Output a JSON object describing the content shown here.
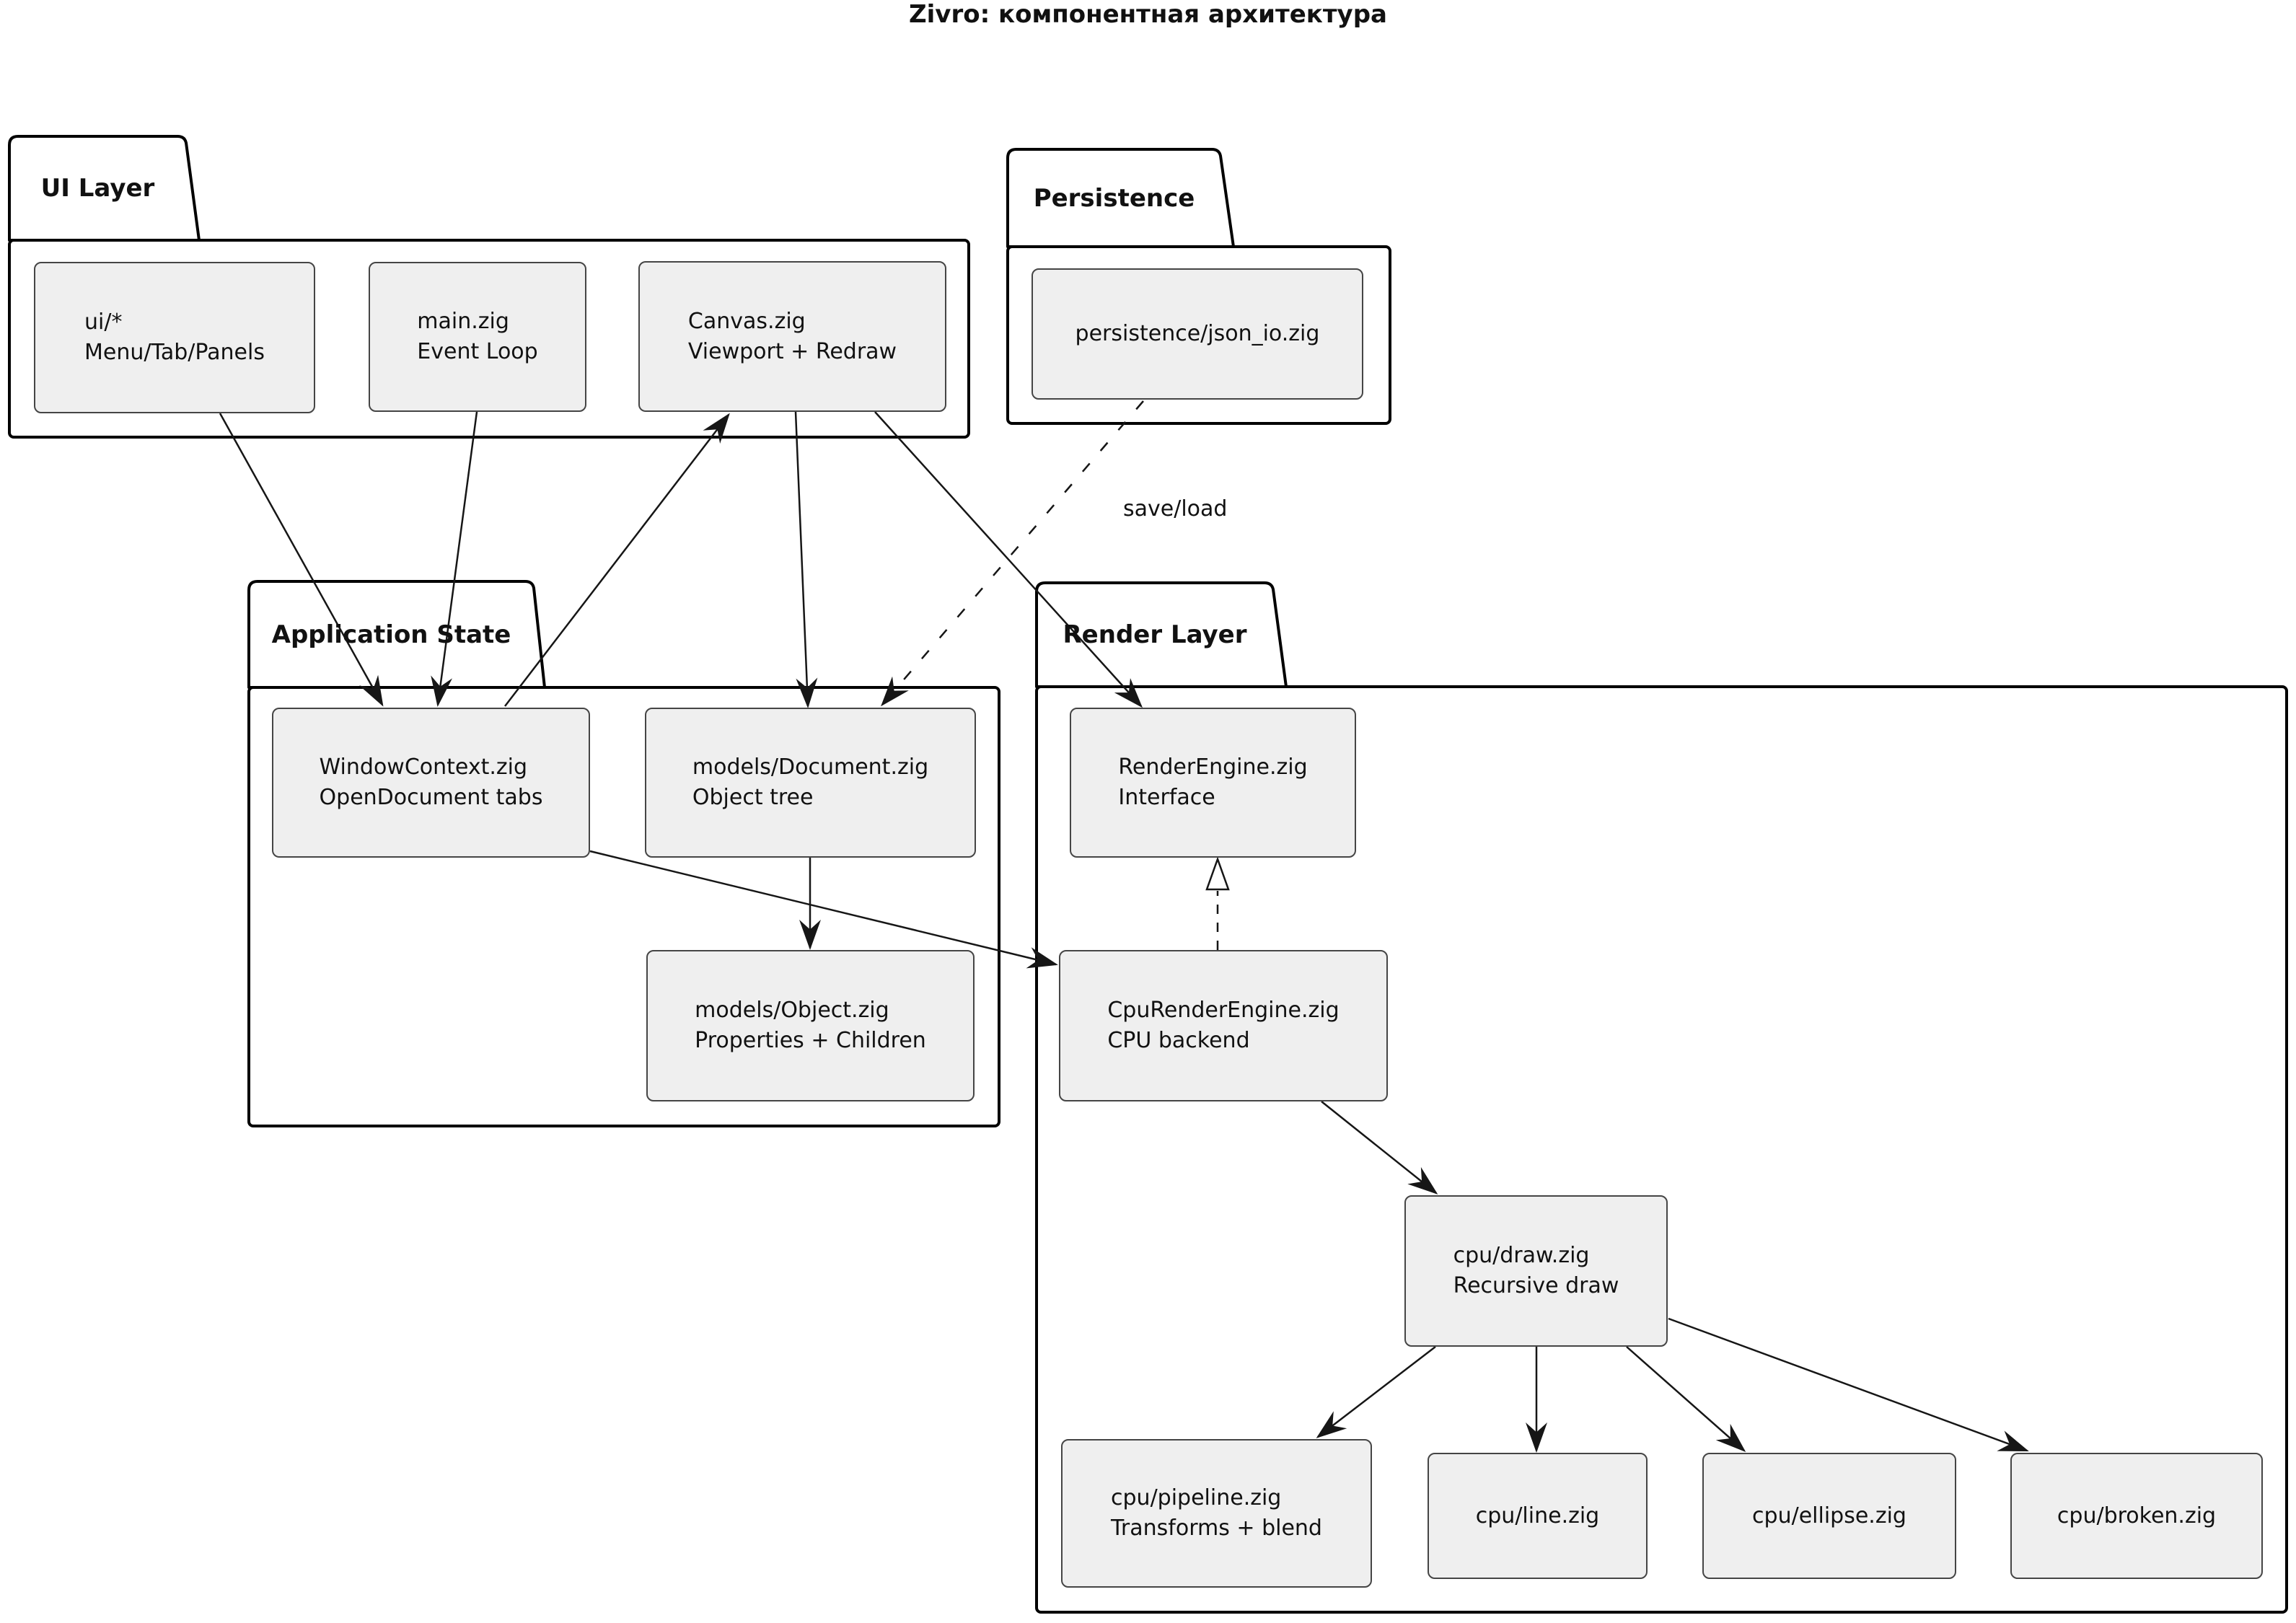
{
  "title": "Zivro: компонентная архитектура",
  "packages": {
    "ui_layer": {
      "label": "UI Layer"
    },
    "persistence": {
      "label": "Persistence"
    },
    "application_state": {
      "label": "Application State"
    },
    "render_layer": {
      "label": "Render Layer"
    }
  },
  "nodes": {
    "ui": {
      "label": "ui/*\nMenu/Tab/Panels",
      "package": "ui_layer"
    },
    "main": {
      "label": "main.zig\nEvent Loop",
      "package": "ui_layer"
    },
    "canvas": {
      "label": "Canvas.zig\nViewport + Redraw",
      "package": "ui_layer"
    },
    "json_io": {
      "label": "persistence/json_io.zig",
      "package": "persistence"
    },
    "window_context": {
      "label": "WindowContext.zig\nOpenDocument tabs",
      "package": "application_state"
    },
    "document": {
      "label": "models/Document.zig\nObject tree",
      "package": "application_state"
    },
    "object": {
      "label": "models/Object.zig\nProperties + Children",
      "package": "application_state"
    },
    "render_engine": {
      "label": "RenderEngine.zig\nInterface",
      "package": "render_layer"
    },
    "cpu_render_engine": {
      "label": "CpuRenderEngine.zig\nCPU backend",
      "package": "render_layer"
    },
    "draw": {
      "label": "cpu/draw.zig\nRecursive draw",
      "package": "render_layer"
    },
    "pipeline": {
      "label": "cpu/pipeline.zig\nTransforms + blend",
      "package": "render_layer"
    },
    "line": {
      "label": "cpu/line.zig",
      "package": "render_layer"
    },
    "ellipse": {
      "label": "cpu/ellipse.zig",
      "package": "render_layer"
    },
    "broken": {
      "label": "cpu/broken.zig",
      "package": "render_layer"
    }
  },
  "edges": [
    {
      "from": "ui",
      "to": "window_context",
      "style": "solid"
    },
    {
      "from": "main",
      "to": "window_context",
      "style": "solid"
    },
    {
      "from": "window_context",
      "to": "canvas",
      "style": "solid"
    },
    {
      "from": "canvas",
      "to": "document",
      "style": "solid"
    },
    {
      "from": "canvas",
      "to": "render_engine",
      "style": "solid"
    },
    {
      "from": "json_io",
      "to": "document",
      "style": "dashed",
      "label": "save/load"
    },
    {
      "from": "document",
      "to": "object",
      "style": "solid"
    },
    {
      "from": "window_context",
      "to": "cpu_render_engine",
      "style": "solid"
    },
    {
      "from": "cpu_render_engine",
      "to": "render_engine",
      "style": "dashed-realization"
    },
    {
      "from": "cpu_render_engine",
      "to": "draw",
      "style": "solid"
    },
    {
      "from": "draw",
      "to": "pipeline",
      "style": "solid"
    },
    {
      "from": "draw",
      "to": "line",
      "style": "solid"
    },
    {
      "from": "draw",
      "to": "ellipse",
      "style": "solid"
    },
    {
      "from": "draw",
      "to": "broken",
      "style": "solid"
    }
  ],
  "colors": {
    "background": "#ffffff",
    "node_fill": "#efefef",
    "node_border": "#454545",
    "package_outline": "#000000",
    "edge": "#161616",
    "text": "#111111"
  }
}
